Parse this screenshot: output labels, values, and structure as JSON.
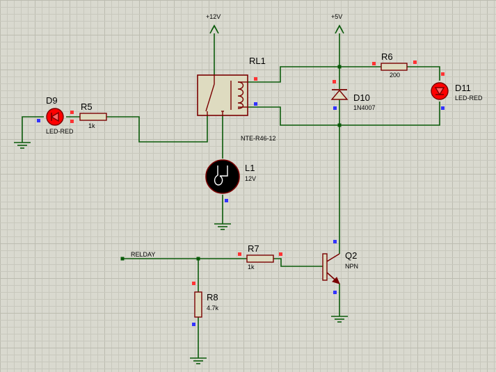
{
  "colors": {
    "background": "#d9d9cf",
    "grid_minor": "#c8c8bd",
    "grid_major": "#bcbcb0",
    "wire": "#0a5a0a",
    "component": "#7a0000",
    "component_fill": "#dedbc0",
    "led_red": "#ff0000",
    "pin_red": "#ff3333",
    "pin_blue": "#3333ff"
  },
  "power": {
    "vcc12": "+12V",
    "vcc5": "+5V"
  },
  "components": {
    "d9": {
      "ref": "D9",
      "value": "LED-RED"
    },
    "r5": {
      "ref": "R5",
      "value": "1k"
    },
    "rl1": {
      "ref": "RL1",
      "value": "NTE-R46-12"
    },
    "l1": {
      "ref": "L1",
      "value": "12V"
    },
    "r6": {
      "ref": "R6",
      "value": "200"
    },
    "d10": {
      "ref": "D10",
      "value": "1N4007"
    },
    "d11": {
      "ref": "D11",
      "value": "LED-RED"
    },
    "r7": {
      "ref": "R7",
      "value": "1k"
    },
    "q2": {
      "ref": "Q2",
      "value": "NPN"
    },
    "r8": {
      "ref": "R8",
      "value": "4.7k"
    }
  },
  "nets": {
    "relday": "RELDAY"
  },
  "icons": {
    "ground": "ground-icon",
    "power": "power-arrow-icon",
    "lamp": "lamp-icon",
    "relay": "relay-icon"
  }
}
